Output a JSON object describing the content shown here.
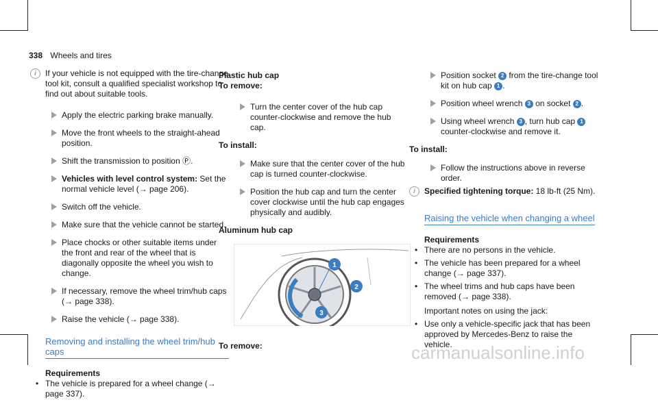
{
  "header": {
    "page_number": "338",
    "title": "Wheels and tires"
  },
  "col1": {
    "note": "If your vehicle is not equipped with the tire-change tool kit, consult a qualified specialist workshop to find out about suitable tools.",
    "steps": [
      "Apply the electric parking brake manually.",
      "Move the front wheels to the straight-ahead position.",
      "Shift the transmission to position Ⓟ.",
      "Set the normal vehicle level (→ page 206).",
      "Switch off the vehicle.",
      "Make sure that the vehicle cannot be started.",
      "Place chocks or other suitable items under the front and rear of the wheel that is diagonally opposite the wheel you wish to change.",
      "If necessary, remove the wheel trim/hub caps (→ page 338).",
      "Raise the vehicle (→ page 338)."
    ],
    "level_label": "Vehicles with level control system:",
    "section_heading": "Removing and installing the wheel trim/hub caps",
    "requirements_label": "Requirements",
    "requirements": [
      "The vehicle is prepared for a wheel change (→ page 337)."
    ]
  },
  "col2": {
    "plastic_heading": "Plastic hub cap",
    "to_remove": "To remove:",
    "remove_steps": [
      "Turn the center cover of the hub cap counter-clockwise and remove the hub cap."
    ],
    "to_install": "To install:",
    "install_steps": [
      "Make sure that the center cover of the hub cap is turned counter-clockwise.",
      "Position the hub cap and turn the center cover clockwise until the hub cap engages physically and audibly."
    ],
    "aluminum_heading": "Aluminum hub cap",
    "image_callouts": [
      "1",
      "2",
      "3"
    ],
    "to_remove_2": "To remove:"
  },
  "col3": {
    "steps_part1": [
      {
        "pre": "Position socket ",
        "n1": "2",
        "mid": " from the tire-change tool kit on hub cap ",
        "n2": "1",
        "post": "."
      },
      {
        "pre": "Position wheel wrench ",
        "n1": "3",
        "mid": " on socket ",
        "n2": "2",
        "post": "."
      },
      {
        "pre": "Using wheel wrench ",
        "n1": "3",
        "mid": ", turn hub cap ",
        "n2": "1",
        "post": " counter-clockwise and remove it."
      }
    ],
    "to_install": "To install:",
    "install_step": "Follow the instructions above in reverse order.",
    "torque_label": "Specified tightening torque:",
    "torque_value": "18 lb-ft (25 Nm).",
    "section_heading": "Raising the vehicle when changing a wheel",
    "requirements_label": "Requirements",
    "requirements": [
      "There are no persons in the vehicle.",
      "The vehicle has been prepared for a wheel change (→ page 337).",
      "The wheel trims and hub caps have been removed (→ page 338)."
    ],
    "notes_intro": "Important notes on using the jack:",
    "notes": [
      "Use only a vehicle-specific jack that has been approved by Mercedes-Benz to raise the vehicle."
    ]
  },
  "footer": {
    "watermark": "carmanualsonline.info"
  }
}
